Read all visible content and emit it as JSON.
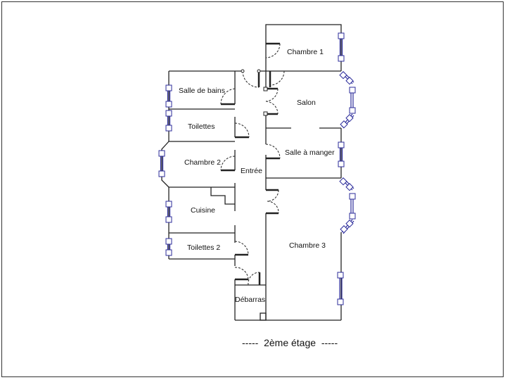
{
  "rooms": {
    "chambre1": "Chambre 1",
    "salle_de_bains": "Salle de bains",
    "salon": "Salon",
    "toilettes": "Toilettes",
    "salle_a_manger": "Salle à manger",
    "chambre2": "Chambre 2",
    "entree": "Entrée",
    "cuisine": "Cuisine",
    "toilettes2": "Toilettes 2",
    "chambre3": "Chambre 3",
    "debarras": "Débarras"
  },
  "caption": "-----  2ème étage  -----",
  "colors": {
    "wall": "#222222",
    "window": "#2b2b9a"
  }
}
